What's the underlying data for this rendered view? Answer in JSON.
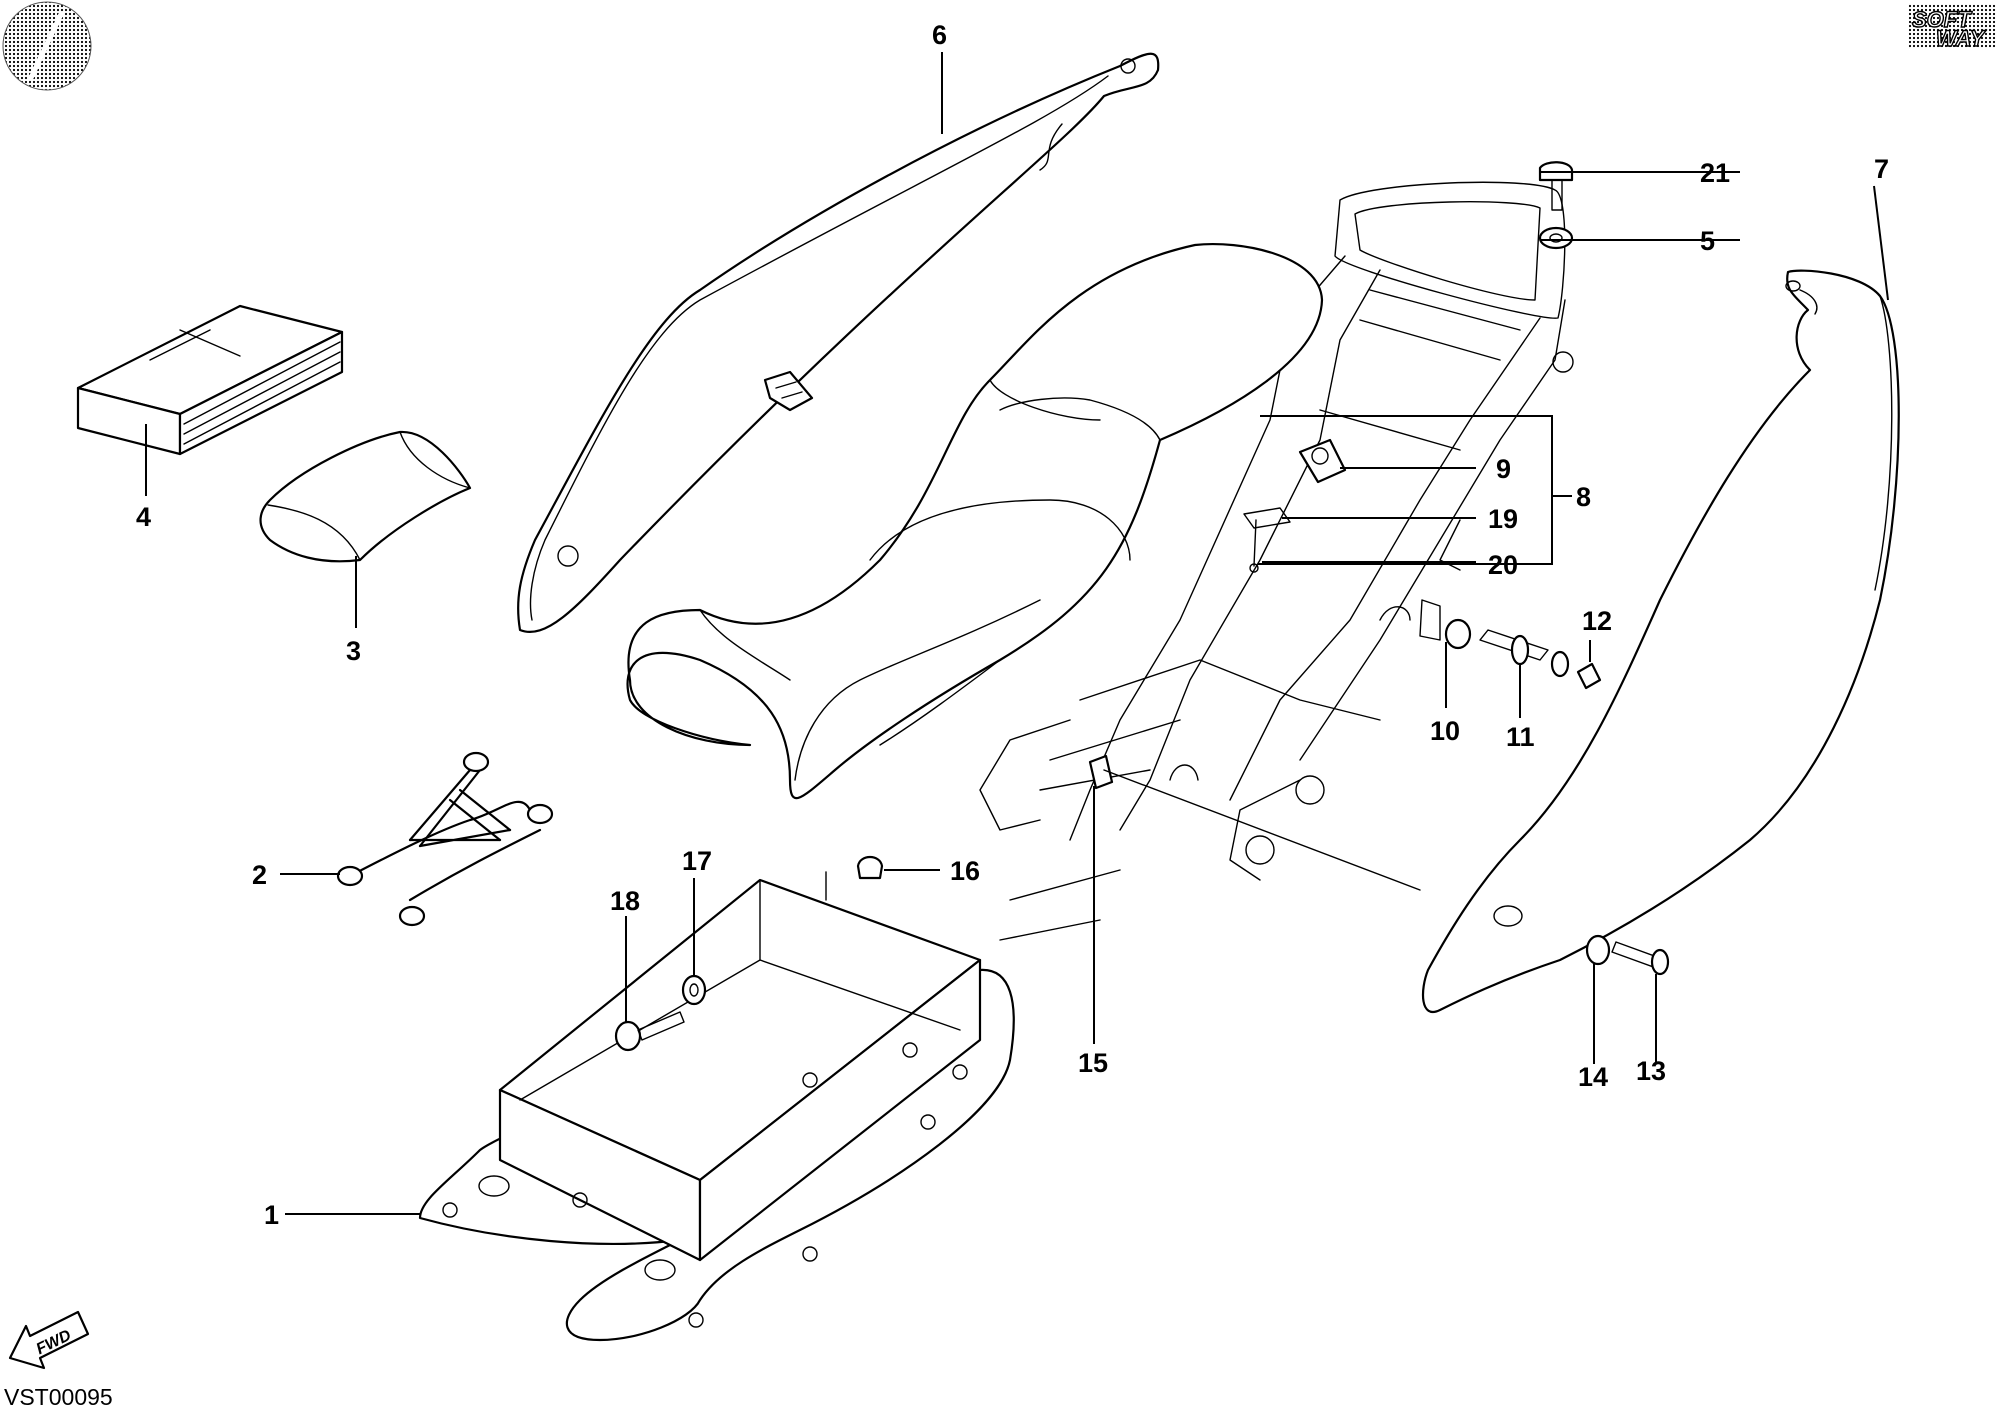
{
  "diagram": {
    "code": "VST00095",
    "brand": {
      "line1": "SOFT",
      "line2": "WAY"
    },
    "fwd_label": "FWD",
    "callouts": [
      {
        "id": "c1",
        "label": "1"
      },
      {
        "id": "c2",
        "label": "2"
      },
      {
        "id": "c3",
        "label": "3"
      },
      {
        "id": "c4",
        "label": "4"
      },
      {
        "id": "c5",
        "label": "5"
      },
      {
        "id": "c6",
        "label": "6"
      },
      {
        "id": "c7",
        "label": "7"
      },
      {
        "id": "c8",
        "label": "8"
      },
      {
        "id": "c9",
        "label": "9"
      },
      {
        "id": "c10",
        "label": "10"
      },
      {
        "id": "c11",
        "label": "11"
      },
      {
        "id": "c12",
        "label": "12"
      },
      {
        "id": "c13",
        "label": "13"
      },
      {
        "id": "c14",
        "label": "14"
      },
      {
        "id": "c15",
        "label": "15"
      },
      {
        "id": "c16",
        "label": "16"
      },
      {
        "id": "c17",
        "label": "17"
      },
      {
        "id": "c18",
        "label": "18"
      },
      {
        "id": "c19",
        "label": "19"
      },
      {
        "id": "c20",
        "label": "20"
      },
      {
        "id": "c21",
        "label": "21"
      }
    ]
  }
}
